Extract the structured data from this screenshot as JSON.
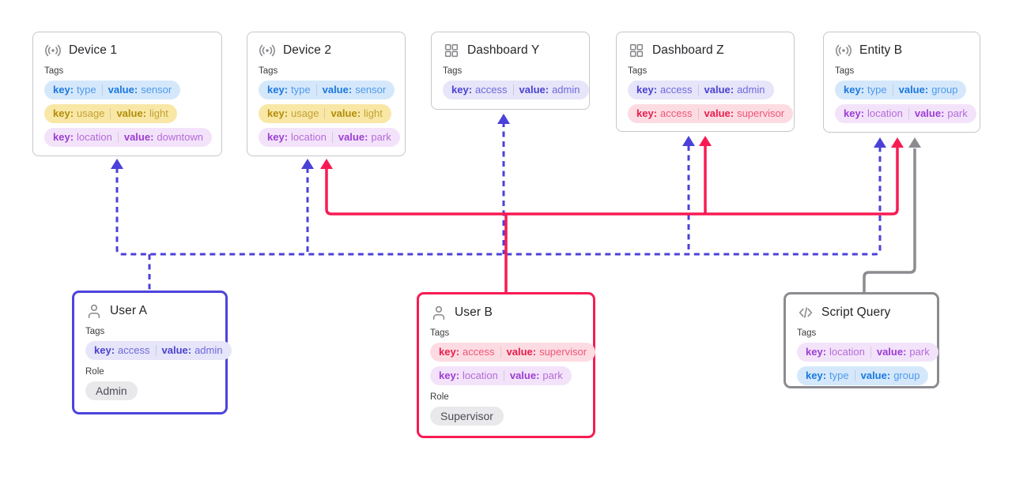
{
  "labels": {
    "key": "key:",
    "value": "value:",
    "tags": "Tags",
    "role": "Role"
  },
  "palette": {
    "dashed_edge": "#4b41d8",
    "solid_edge_red": "#f81b53",
    "solid_edge_gray": "#8b8b90",
    "card_border": "#c7c7cd",
    "tag_blue": "#d5e8fb",
    "tag_yellow": "#f9e7a6",
    "tag_purple": "#f3e3fa",
    "tag_indigo": "#e6e5f9",
    "tag_red": "#fcdce2"
  },
  "nodes": {
    "device1": {
      "title": "Device 1",
      "icon": "broadcast-icon",
      "tags": [
        {
          "k": "type",
          "v": "sensor"
        },
        {
          "k": "usage",
          "v": "light"
        },
        {
          "k": "location",
          "v": "downtown"
        }
      ]
    },
    "device2": {
      "title": "Device 2",
      "icon": "broadcast-icon",
      "tags": [
        {
          "k": "type",
          "v": "sensor"
        },
        {
          "k": "usage",
          "v": "light"
        },
        {
          "k": "location",
          "v": "park"
        }
      ]
    },
    "dashboardY": {
      "title": "Dashboard Y",
      "icon": "dashboard-grid-icon",
      "tags": [
        {
          "k": "access",
          "v": "admin"
        }
      ]
    },
    "dashboardZ": {
      "title": "Dashboard Z",
      "icon": "dashboard-grid-icon",
      "tags": [
        {
          "k": "access",
          "v": "admin"
        },
        {
          "k": "access",
          "v": "supervisor"
        }
      ]
    },
    "entityB": {
      "title": "Entity B",
      "icon": "broadcast-icon",
      "tags": [
        {
          "k": "type",
          "v": "group"
        },
        {
          "k": "location",
          "v": "park"
        }
      ]
    },
    "userA": {
      "title": "User A",
      "icon": "user-icon",
      "role": "Admin",
      "tags": [
        {
          "k": "access",
          "v": "admin"
        }
      ]
    },
    "userB": {
      "title": "User B",
      "icon": "user-icon",
      "role": "Supervisor",
      "tags": [
        {
          "k": "access",
          "v": "supervisor"
        },
        {
          "k": "location",
          "v": "park"
        }
      ]
    },
    "scriptQuery": {
      "title": "Script Query",
      "icon": "code-icon",
      "tags": [
        {
          "k": "location",
          "v": "park"
        },
        {
          "k": "type",
          "v": "group"
        }
      ]
    }
  },
  "edges": [
    {
      "from": "userA",
      "to": [
        "device1",
        "device2",
        "dashboardY",
        "dashboardZ",
        "entityB"
      ],
      "style": "dashed-indigo"
    },
    {
      "from": "userB",
      "to": [
        "device2",
        "dashboardZ",
        "entityB"
      ],
      "style": "solid-red"
    },
    {
      "from": "scriptQuery",
      "to": [
        "entityB"
      ],
      "style": "solid-gray"
    }
  ]
}
